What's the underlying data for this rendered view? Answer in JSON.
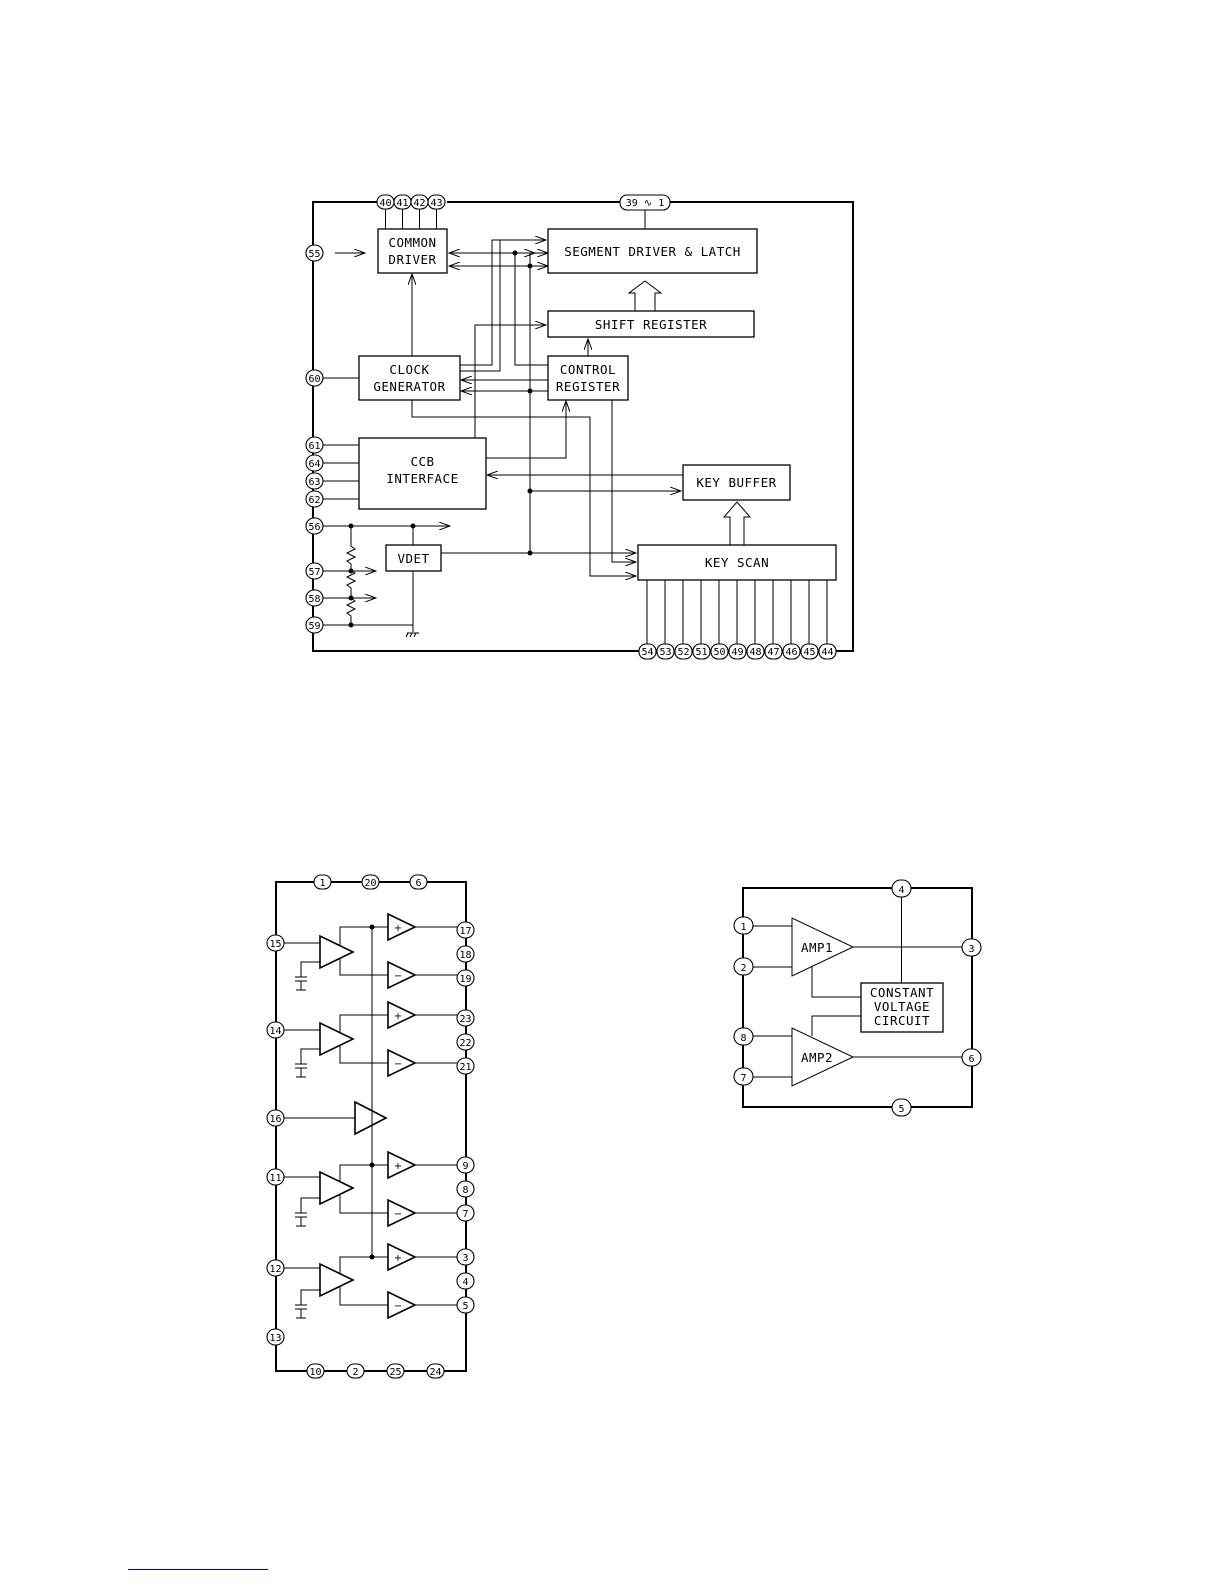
{
  "diagram1": {
    "blocks": {
      "common_driver": [
        "COMMON",
        "DRIVER"
      ],
      "segment_driver": "SEGMENT DRIVER & LATCH",
      "shift_register": "SHIFT REGISTER",
      "clock_generator": [
        "CLOCK",
        "GENERATOR"
      ],
      "control_register": [
        "CONTROL",
        "REGISTER"
      ],
      "ccb_interface": [
        "CCB",
        "INTERFACE"
      ],
      "key_buffer": "KEY BUFFER",
      "vdet": "VDET",
      "key_scan": "KEY SCAN"
    },
    "pins_top": [
      "40",
      "41",
      "42",
      "43"
    ],
    "pin_segment_range": "39 ∿ 1",
    "pins_left": [
      "55",
      "60",
      "61",
      "64",
      "63",
      "62",
      "56",
      "57",
      "58",
      "59"
    ],
    "pins_bottom": [
      "54",
      "53",
      "52",
      "51",
      "50",
      "49",
      "48",
      "47",
      "46",
      "45",
      "44"
    ]
  },
  "diagram2": {
    "pins_top": [
      "1",
      "20",
      "6"
    ],
    "pins_left": [
      "15",
      "14",
      "16",
      "11",
      "12",
      "13"
    ],
    "pins_right": [
      "17",
      "18",
      "19",
      "23",
      "22",
      "21",
      "9",
      "8",
      "7",
      "3",
      "4",
      "5"
    ],
    "pins_bottom": [
      "10",
      "2",
      "25",
      "24"
    ],
    "buffer_signs": [
      "+",
      "−",
      "+",
      "−",
      "+",
      "−",
      "+",
      "−"
    ]
  },
  "diagram3": {
    "amp1": "AMP1",
    "amp2": "AMP2",
    "constant_voltage": [
      "CONSTANT",
      "VOLTAGE",
      "CIRCUIT"
    ],
    "pin_top": "4",
    "pin_bottom": "5",
    "pins_left": [
      "1",
      "2",
      "8",
      "7"
    ],
    "pins_right": [
      "3",
      "6"
    ]
  }
}
